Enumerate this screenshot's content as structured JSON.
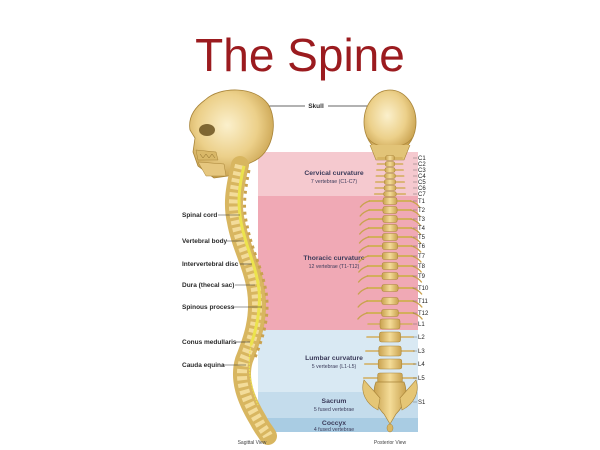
{
  "title": "The Spine",
  "labels": {
    "skull": "Skull",
    "sagittal_view": "Sagittal View",
    "posterior_view": "Posterior View"
  },
  "sagittal_labels": [
    "Spinal cord",
    "Vertebral body",
    "Intervertebral disc",
    "Dura (thecal sac)",
    "Spinous process",
    "Conus medullaris",
    "Cauda equina"
  ],
  "regions": [
    {
      "name": "Cervical curvature",
      "detail": "7 vertebrae (C1-C7)",
      "color": "#f5c9cf"
    },
    {
      "name": "Thoracic curvature",
      "detail": "12 vertebrae (T1-T12)",
      "color": "#f0a9b5"
    },
    {
      "name": "Lumbar curvature",
      "detail": "5 vertebrae (L1-L5)",
      "color": "#d9e9f3"
    },
    {
      "name": "Sacrum",
      "detail": "5 fused vertebrae",
      "color": "#c4dcec"
    },
    {
      "name": "Coccyx",
      "detail": "4 fused vertebrae",
      "color": "#a9cce3"
    }
  ],
  "vertebra_labels": [
    "C1",
    "C2",
    "C3",
    "C4",
    "C5",
    "C6",
    "C7",
    "T1",
    "T2",
    "T3",
    "T4",
    "T5",
    "T6",
    "T7",
    "T8",
    "T9",
    "T10",
    "T11",
    "T12",
    "L1",
    "L2",
    "L3",
    "L4",
    "L5",
    "S1"
  ],
  "colors": {
    "title": "#9b1b1f",
    "bone": "#e7c77a",
    "bone_dark": "#b98f3c",
    "cord": "#e8e04a"
  }
}
